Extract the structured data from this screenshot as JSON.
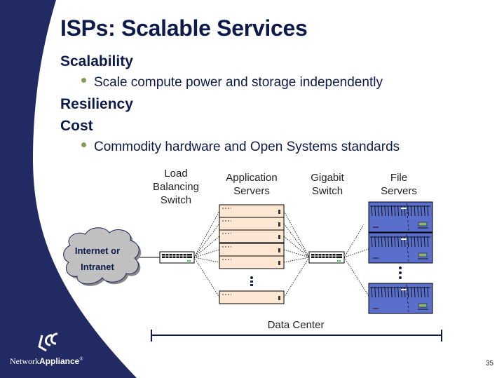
{
  "slide": {
    "title": "ISPs: Scalable Services",
    "sections": [
      {
        "heading": "Scalability",
        "bullets": [
          "Scale compute power and storage independently"
        ]
      },
      {
        "heading": "Resiliency",
        "bullets": []
      },
      {
        "heading": "Cost",
        "bullets": [
          "Commodity hardware and Open Systems standards"
        ]
      }
    ],
    "page_number": "35"
  },
  "diagram": {
    "cloud": {
      "line1": "Internet or",
      "line2": "Intranet"
    },
    "labels": {
      "load_balancing_switch": [
        "Load",
        "Balancing",
        "Switch"
      ],
      "application_servers": [
        "Application",
        "Servers"
      ],
      "gigabit_switch": [
        "Gigabit",
        "Switch"
      ],
      "file_servers": [
        "File",
        "Servers"
      ]
    },
    "data_center_label": "Data Center",
    "app_server_count_shown": 6,
    "file_server_count_shown": 3
  },
  "logo": {
    "brand_light": "Network",
    "brand_bold": "Appliance",
    "mark": "®"
  },
  "colors": {
    "navy": "#222a63",
    "text": "#0d1a4a",
    "bullet": "#8a9a5b",
    "server": "#fde6d2",
    "filer": "#5a6fcb",
    "cloud": "#c0c0c0"
  }
}
